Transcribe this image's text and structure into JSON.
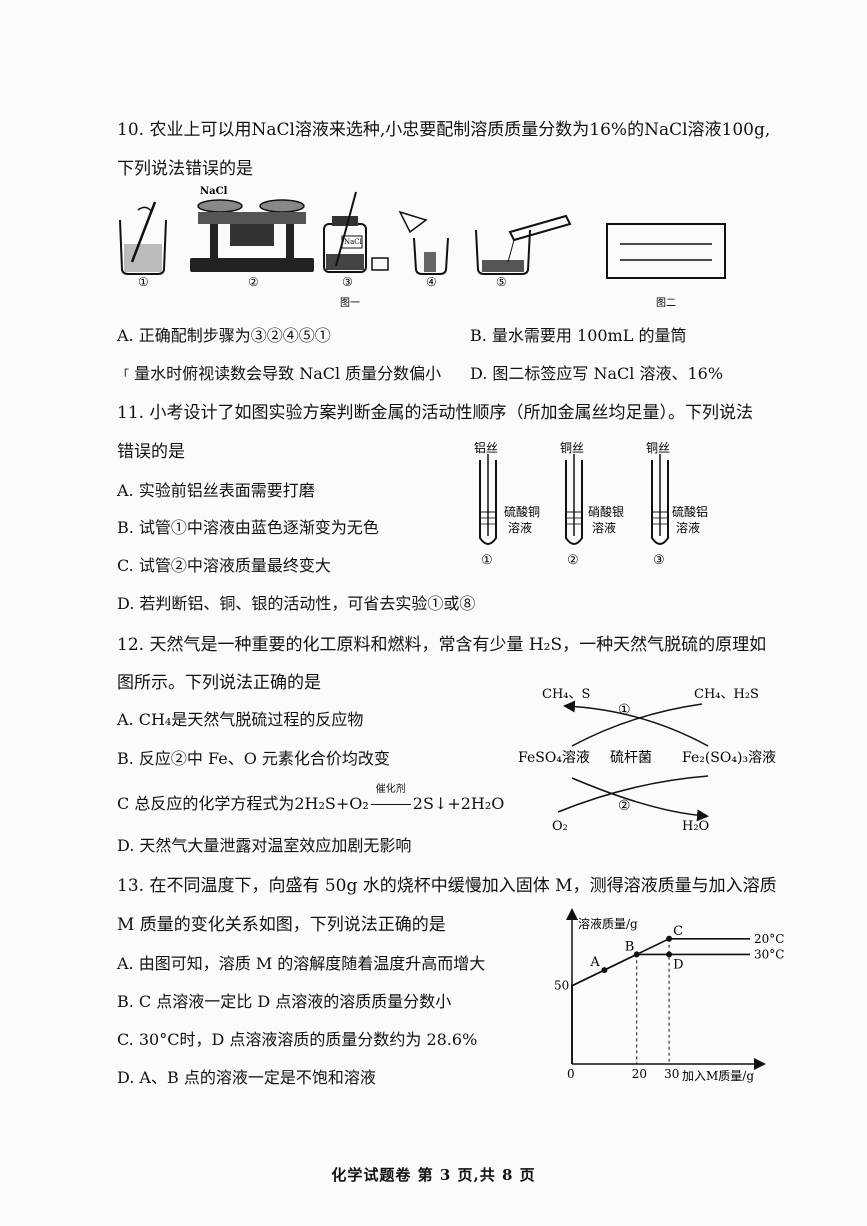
{
  "q10": {
    "stem_line1": "10. 农业上可以用NaCl溶液来选种,小忠要配制溶质质量分数为16%的NaCl溶液100g,",
    "stem_line2": "下列说法错误的是",
    "fig1_nacl": "NaCl",
    "fig1_bottle": "NaCl",
    "fig1_steps": [
      "①",
      "②",
      "③",
      "④",
      "⑤"
    ],
    "fig1_caption": "图一",
    "fig2_caption": "图二",
    "optA": "A. 正确配制步骤为③②④⑤①",
    "optB": "B. 量水需要用 100mL 的量筒",
    "optC": "量水时俯视读数会导致 NaCl 质量分数偏小",
    "optD": "D. 图二标签应写 NaCl 溶液、16%"
  },
  "q11": {
    "stem_line1": "11. 小考设计了如图实验方案判断金属的活动性顺序（所加金属丝均足量）。下列说法",
    "stem_line2": "错误的是",
    "optA": "A. 实验前铝丝表面需要打磨",
    "optB": "B. 试管①中溶液由蓝色逐渐变为无色",
    "optC": "C. 试管②中溶液质量最终变大",
    "optD": "D. 若判断铝、铜、银的活动性，可省去实验①或⑧",
    "tubes": [
      {
        "wire": "铝丝",
        "sol1": "硫酸铜",
        "sol2": "溶液",
        "num": "①"
      },
      {
        "wire": "铜丝",
        "sol1": "硝酸银",
        "sol2": "溶液",
        "num": "②"
      },
      {
        "wire": "铜丝",
        "sol1": "硫酸铝",
        "sol2": "溶液",
        "num": "③"
      }
    ]
  },
  "q12": {
    "stem_line1": "12. 天然气是一种重要的化工原料和燃料，常含有少量 H₂S，一种天然气脱硫的原理如",
    "stem_line2": "图所示。下列说法正确的是",
    "optA": "A. CH₄是天然气脱硫过程的反应物",
    "optB": "B. 反应②中 Fe、O 元素化合价均改变",
    "optC_pre": "C  总反应的化学方程式为",
    "optC_eq_left": "2H₂S+O₂",
    "optC_cat": "催化剂",
    "optC_eq_right": "2S↓+2H₂O",
    "optD": "D. 天然气大量泄露对温室效应加剧无影响",
    "diag": {
      "tl": "CH₄、S",
      "tr": "CH₄、H₂S",
      "step1": "①",
      "left": "FeSO₄溶液",
      "mid": "硫杆菌",
      "right": "Fe₂(SO₄)₃溶液",
      "step2": "②",
      "bl": "O₂",
      "br": "H₂O"
    }
  },
  "q13": {
    "stem_line1": "13. 在不同温度下，向盛有 50g 水的烧杯中缓慢加入固体 M，测得溶液质量与加入溶质",
    "stem_line2": "M 质量的变化关系如图，下列说法正确的是",
    "optA": "A. 由图可知，溶质 M 的溶解度随着温度升高而增大",
    "optB": "B.   C 点溶液一定比 D 点溶液的溶质质量分数小",
    "optC": "C.   30°C时，D 点溶液溶质的质量分数约为 28.6%",
    "optD": "D.   A、B 点的溶液一定是不饱和溶液"
  },
  "chart_data": {
    "type": "line",
    "ylabel": "溶液质量/g",
    "xlabel": "加入M质量/g",
    "x_ticks": [
      "0",
      "20",
      "30"
    ],
    "y_ticks": [
      "50"
    ],
    "series": [
      {
        "name": "20°C",
        "x": [
          0,
          0,
          30,
          55
        ],
        "y": [
          0,
          50,
          80,
          80
        ]
      },
      {
        "name": "30°C",
        "x": [
          0,
          0,
          20,
          55
        ],
        "y": [
          0,
          50,
          70,
          70
        ]
      }
    ],
    "points": [
      {
        "label": "A",
        "x": 10,
        "y": 60
      },
      {
        "label": "B",
        "x": 20,
        "y": 70
      },
      {
        "label": "C",
        "x": 30,
        "y": 80
      },
      {
        "label": "D",
        "x": 30,
        "y": 70
      }
    ],
    "xlim": [
      0,
      55
    ],
    "ylim": [
      0,
      92
    ]
  },
  "footer": "化学试题卷 第 3 页,共 8 页"
}
